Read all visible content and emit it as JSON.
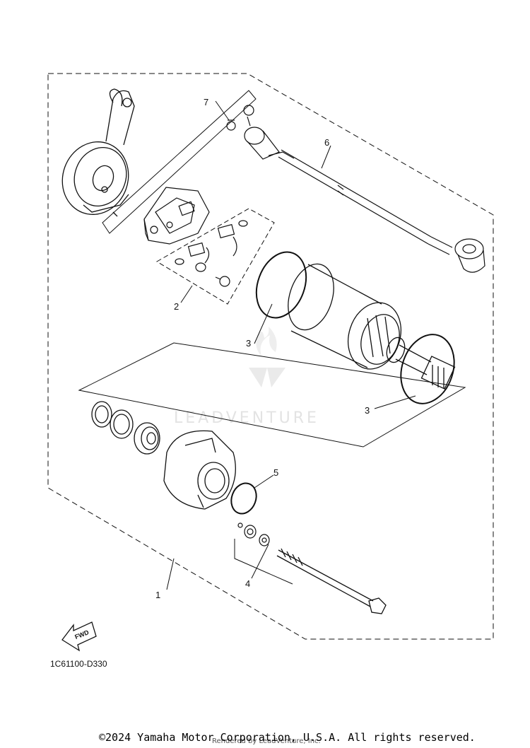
{
  "callouts": {
    "c1": "1",
    "c2": "2",
    "c3a": "3",
    "c3b": "3",
    "c4": "4",
    "c5": "5",
    "c6": "6",
    "c7": "7"
  },
  "fwd_label": "FWD",
  "diagram_code": "1C61100-D330",
  "watermark": "LEADVENTURE",
  "copyright": "©2024 Yamaha Motor Corporation, U.S.A. All rights reserved.",
  "rendered_by": "Rendered by LeadVenture, Inc."
}
